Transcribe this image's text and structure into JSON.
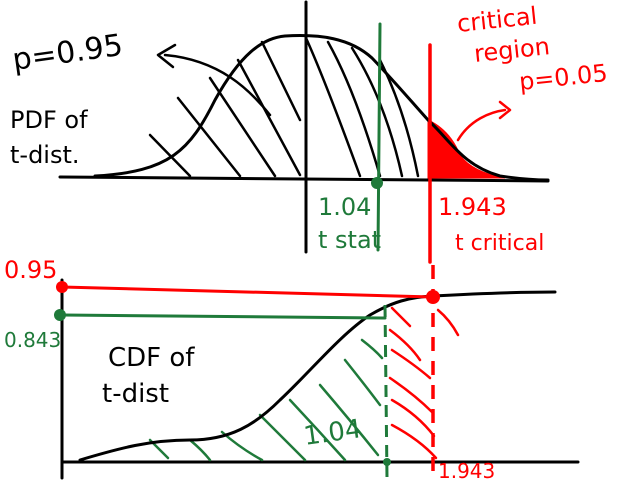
{
  "colors": {
    "ink": "#000000",
    "critical": "#ff0000",
    "observed": "#1f7a3a",
    "background": "#ffffff"
  },
  "pdf_panel": {
    "prob_label": "p=0.95",
    "curve_label_line1": "PDF of",
    "curve_label_line2": "t-dist.",
    "critical_label_line1": "critical",
    "critical_label_line2": "region",
    "critical_label_line3": "p=0.05",
    "t_stat_value": "1.04",
    "t_stat_label": "t stat",
    "t_critical_value": "1.943",
    "t_critical_label": "t critical"
  },
  "cdf_panel": {
    "p_critical_value": "0.95",
    "p_stat_value": "0.843",
    "curve_label_line1": "CDF of",
    "curve_label_line2": "t-dist",
    "t_stat_axis_value": "1.04",
    "t_critical_axis_value": "1.943"
  }
}
